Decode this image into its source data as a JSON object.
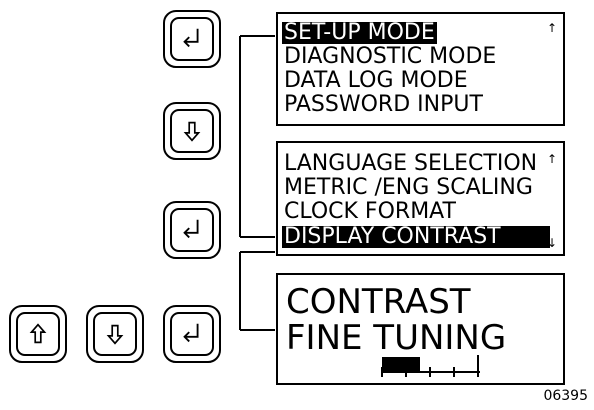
{
  "screens": {
    "main_menu": {
      "items": [
        "SET-UP MODE",
        "DIAGNOSTIC MODE",
        "DATA LOG MODE",
        "PASSWORD INPUT"
      ],
      "selected_index": 0,
      "scroll_up_arrow": "↑"
    },
    "setup_menu": {
      "items": [
        "LANGUAGE  SELECTION",
        "METRIC /ENG  SCALING",
        "CLOCK FORMAT",
        "DISPLAY  CONTRAST"
      ],
      "selected_index": 3,
      "scroll_up_arrow": "↑",
      "scroll_down_arrow": "↓"
    },
    "contrast": {
      "line1": "CONTRAST",
      "line2": "FINE TUNING",
      "level": 0.4
    }
  },
  "keys": {
    "enter_icon": "enter-icon",
    "down_icon": "down-arrow-icon",
    "up_icon": "up-arrow-icon"
  },
  "figure_number": "06395"
}
